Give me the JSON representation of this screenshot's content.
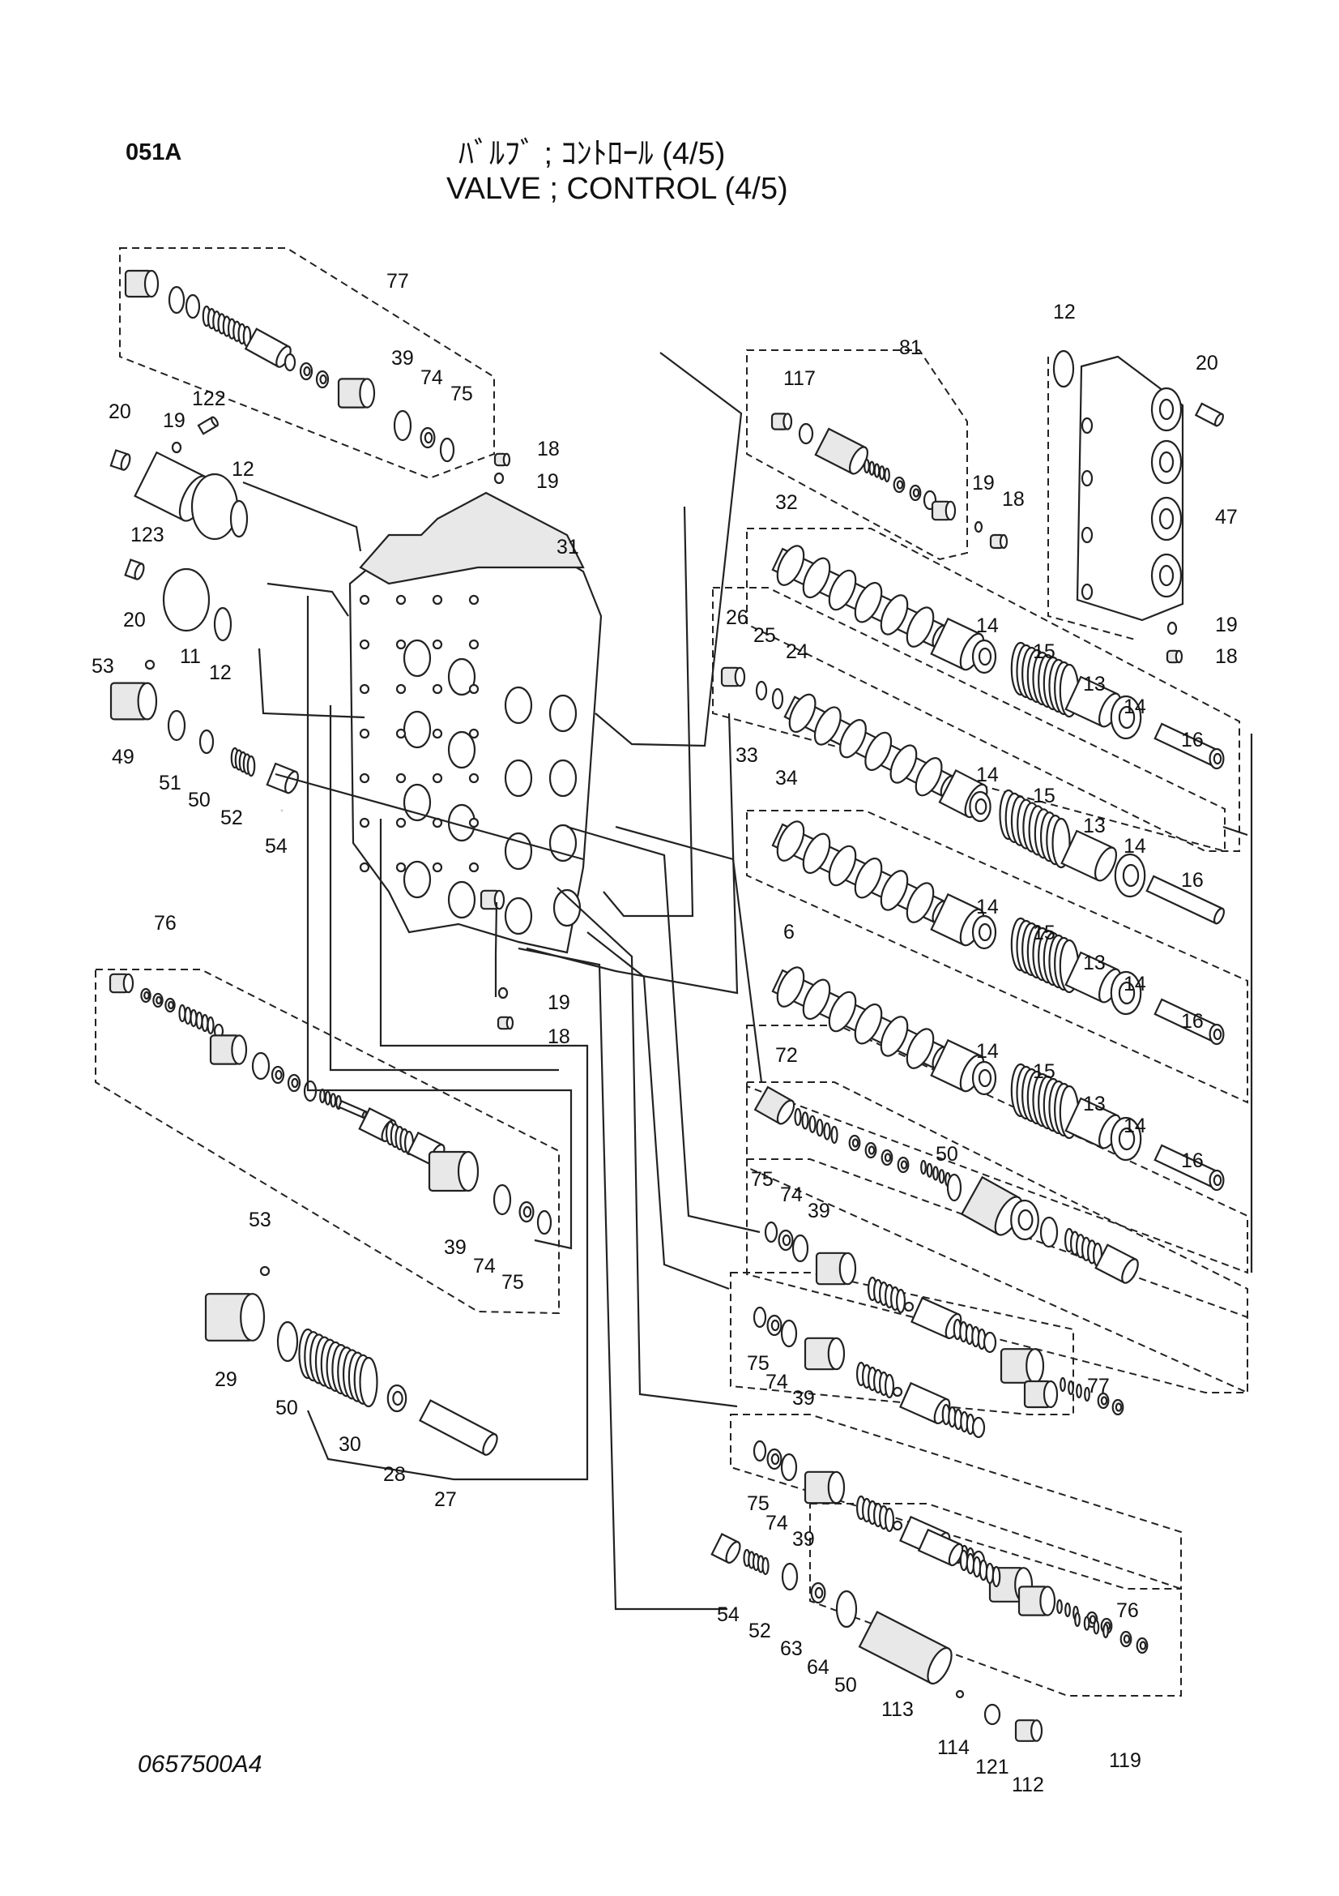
{
  "header": {
    "page_code": "051A",
    "title_jp": "ﾊﾞﾙﾌﾞ ; ｺﾝﾄﾛｰﾙ (4/5)",
    "title_en": "VALVE ; CONTROL (4/5)"
  },
  "footer": {
    "drawing_number": "0657500A4"
  },
  "callouts": [
    {
      "id": "c77a",
      "text": "77"
    },
    {
      "id": "c39a",
      "text": "39"
    },
    {
      "id": "c74a",
      "text": "74"
    },
    {
      "id": "c75a",
      "text": "75"
    },
    {
      "id": "c20a",
      "text": "20"
    },
    {
      "id": "c19a",
      "text": "19"
    },
    {
      "id": "c122",
      "text": "122"
    },
    {
      "id": "c12a",
      "text": "12"
    },
    {
      "id": "c123",
      "text": "123"
    },
    {
      "id": "c18a",
      "text": "18"
    },
    {
      "id": "c19b",
      "text": "19"
    },
    {
      "id": "c31",
      "text": "31"
    },
    {
      "id": "c20b",
      "text": "20"
    },
    {
      "id": "c11",
      "text": "11"
    },
    {
      "id": "c12b",
      "text": "12"
    },
    {
      "id": "c53a",
      "text": "53"
    },
    {
      "id": "c49",
      "text": "49"
    },
    {
      "id": "c51",
      "text": "51"
    },
    {
      "id": "c50a",
      "text": "50"
    },
    {
      "id": "c52a",
      "text": "52"
    },
    {
      "id": "c54a",
      "text": "54"
    },
    {
      "id": "c81",
      "text": "81"
    },
    {
      "id": "c117",
      "text": "117"
    },
    {
      "id": "c19c",
      "text": "19"
    },
    {
      "id": "c18b",
      "text": "18"
    },
    {
      "id": "c12c",
      "text": "12"
    },
    {
      "id": "c20c",
      "text": "20"
    },
    {
      "id": "c47",
      "text": "47"
    },
    {
      "id": "c19d",
      "text": "19"
    },
    {
      "id": "c18c",
      "text": "18"
    },
    {
      "id": "c32",
      "text": "32"
    },
    {
      "id": "c26",
      "text": "26"
    },
    {
      "id": "c25",
      "text": "25"
    },
    {
      "id": "c24",
      "text": "24"
    },
    {
      "id": "c33",
      "text": "33"
    },
    {
      "id": "c14a",
      "text": "14"
    },
    {
      "id": "c15a",
      "text": "15"
    },
    {
      "id": "c13a",
      "text": "13"
    },
    {
      "id": "c14b",
      "text": "14"
    },
    {
      "id": "c16a",
      "text": "16"
    },
    {
      "id": "c34",
      "text": "34"
    },
    {
      "id": "c14c",
      "text": "14"
    },
    {
      "id": "c15b",
      "text": "15"
    },
    {
      "id": "c13b",
      "text": "13"
    },
    {
      "id": "c14d",
      "text": "14"
    },
    {
      "id": "c16b",
      "text": "16"
    },
    {
      "id": "c6",
      "text": "6"
    },
    {
      "id": "c14e",
      "text": "14"
    },
    {
      "id": "c15c",
      "text": "15"
    },
    {
      "id": "c13c",
      "text": "13"
    },
    {
      "id": "c14f",
      "text": "14"
    },
    {
      "id": "c16c",
      "text": "16"
    },
    {
      "id": "c72",
      "text": "72"
    },
    {
      "id": "c14g",
      "text": "14"
    },
    {
      "id": "c15d",
      "text": "15"
    },
    {
      "id": "c13d",
      "text": "13"
    },
    {
      "id": "c14h",
      "text": "14"
    },
    {
      "id": "c16d",
      "text": "16"
    },
    {
      "id": "c50b",
      "text": "50"
    },
    {
      "id": "c19e",
      "text": "19"
    },
    {
      "id": "c18d",
      "text": "18"
    },
    {
      "id": "c76a",
      "text": "76"
    },
    {
      "id": "c39b",
      "text": "39"
    },
    {
      "id": "c74b",
      "text": "74"
    },
    {
      "id": "c75b",
      "text": "75"
    },
    {
      "id": "c75c",
      "text": "75"
    },
    {
      "id": "c74c",
      "text": "74"
    },
    {
      "id": "c39c",
      "text": "39"
    },
    {
      "id": "c53b",
      "text": "53"
    },
    {
      "id": "c29",
      "text": "29"
    },
    {
      "id": "c50c",
      "text": "50"
    },
    {
      "id": "c30",
      "text": "30"
    },
    {
      "id": "c28",
      "text": "28"
    },
    {
      "id": "c27",
      "text": "27"
    },
    {
      "id": "c75d",
      "text": "75"
    },
    {
      "id": "c74d",
      "text": "74"
    },
    {
      "id": "c39d",
      "text": "39"
    },
    {
      "id": "c77b",
      "text": "77"
    },
    {
      "id": "c75e",
      "text": "75"
    },
    {
      "id": "c74e",
      "text": "74"
    },
    {
      "id": "c39e",
      "text": "39"
    },
    {
      "id": "c76b",
      "text": "76"
    },
    {
      "id": "c54b",
      "text": "54"
    },
    {
      "id": "c52b",
      "text": "52"
    },
    {
      "id": "c63",
      "text": "63"
    },
    {
      "id": "c64",
      "text": "64"
    },
    {
      "id": "c50d",
      "text": "50"
    },
    {
      "id": "c113",
      "text": "113"
    },
    {
      "id": "c114",
      "text": "114"
    },
    {
      "id": "c121",
      "text": "121"
    },
    {
      "id": "c112",
      "text": "112"
    },
    {
      "id": "c119",
      "text": "119"
    }
  ]
}
